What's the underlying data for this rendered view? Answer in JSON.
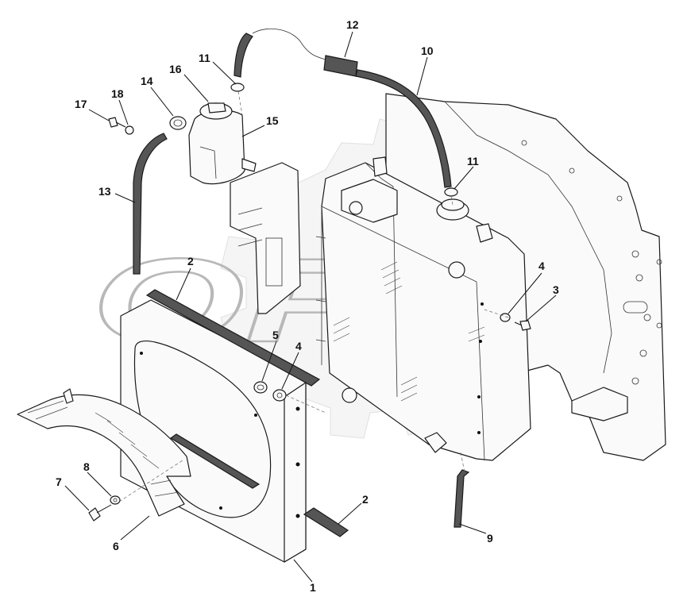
{
  "watermark": {
    "text": "OPEX"
  },
  "corner_mark": "",
  "callouts": [
    {
      "id": "label-12",
      "text": "12"
    },
    {
      "id": "label-10",
      "text": "10"
    },
    {
      "id": "label-11-top",
      "text": "11"
    },
    {
      "id": "label-16",
      "text": "16"
    },
    {
      "id": "label-14",
      "text": "14"
    },
    {
      "id": "label-18",
      "text": "18"
    },
    {
      "id": "label-17",
      "text": "17"
    },
    {
      "id": "label-15",
      "text": "15"
    },
    {
      "id": "label-11-right",
      "text": "11"
    },
    {
      "id": "label-13",
      "text": "13"
    },
    {
      "id": "label-2-top",
      "text": "2"
    },
    {
      "id": "label-4-right",
      "text": "4"
    },
    {
      "id": "label-3",
      "text": "3"
    },
    {
      "id": "label-5",
      "text": "5"
    },
    {
      "id": "label-4-mid",
      "text": "4"
    },
    {
      "id": "label-8",
      "text": "8"
    },
    {
      "id": "label-7",
      "text": "7"
    },
    {
      "id": "label-2-bottom",
      "text": "2"
    },
    {
      "id": "label-6",
      "text": "6"
    },
    {
      "id": "label-9",
      "text": "9"
    },
    {
      "id": "label-1",
      "text": "1"
    }
  ]
}
